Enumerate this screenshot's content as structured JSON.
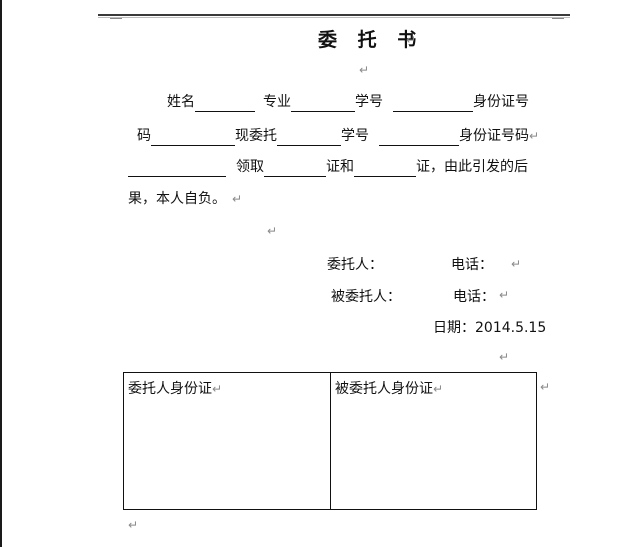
{
  "title": "委 托 书",
  "para_mark": "↵",
  "body": {
    "name_label": "姓名",
    "major_label": "专业",
    "student_no_label": "学号",
    "id_no_label_line1": "身份证号",
    "id_no_label_line2a": "码",
    "now_entrust_label": "现委托",
    "student_no_label_2": "学号",
    "id_no_label_2": "身份证号码",
    "receive_label": "领取",
    "cert_and_label": "证和",
    "cert_tail": "证，由此引发的后",
    "consequence": "果，本人自负。"
  },
  "signature": {
    "principal_label": "委托人：",
    "phone_label": "电话：",
    "agent_label": "被委托人：",
    "phone_label_2": "电话：",
    "date_text": "日期：2014.5.15"
  },
  "id_table": {
    "principal_id": "委托人身份证",
    "agent_id": "被委托人身份证"
  }
}
